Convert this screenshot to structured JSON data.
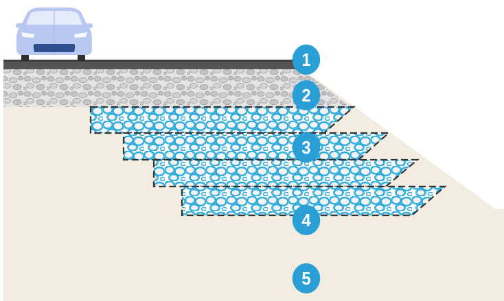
{
  "colors": {
    "soil": "#f3ede1",
    "road": "#555555",
    "gravel": "#c9c9c9",
    "geocell": "#27a8d8",
    "marker": "#2a9fd6",
    "car": "#b7c7ef"
  },
  "markers": [
    {
      "label": "1"
    },
    {
      "label": "2"
    },
    {
      "label": "3"
    },
    {
      "label": "4"
    },
    {
      "label": "5"
    }
  ],
  "icons": {
    "vehicle": "car-icon"
  }
}
